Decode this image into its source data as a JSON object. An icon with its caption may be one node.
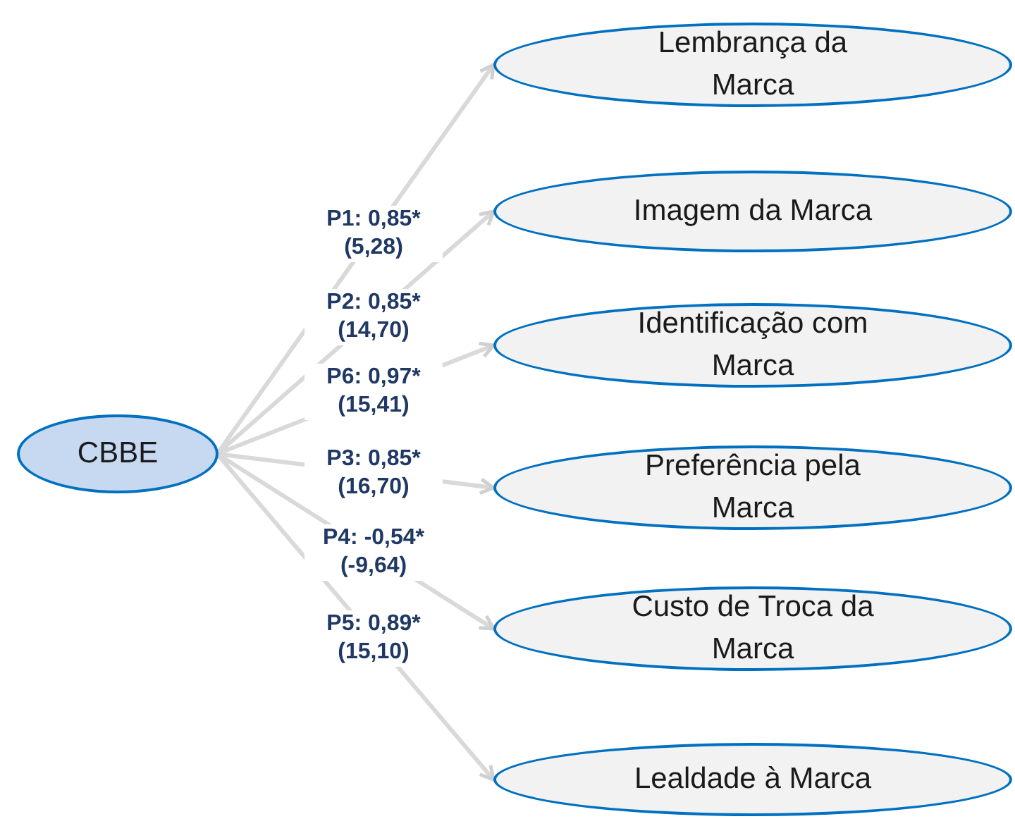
{
  "diagram": {
    "nodes": [
      {
        "text": [
          "CBBE"
        ]
      },
      {
        "text": [
          "Lembrança da Marca"
        ]
      },
      {
        "text": [
          "Imagem da Marca"
        ]
      },
      {
        "text": [
          "Identificação com Marca"
        ]
      },
      {
        "text": [
          "Preferência pela Marca"
        ]
      },
      {
        "text": [
          "Custo de Troca da Marca"
        ]
      },
      {
        "text": [
          "Lealdade à Marca"
        ]
      }
    ],
    "edges": [
      {
        "from": 0,
        "to": 1,
        "arrow": "to",
        "label": "P1: 0,85* (5,28)"
      },
      {
        "from": 0,
        "to": 2,
        "arrow": "to",
        "label": "P2: 0,85* (14,70)"
      },
      {
        "from": 0,
        "to": 3,
        "arrow": "to",
        "label": "P6: 0,97* (15,41)"
      },
      {
        "from": 0,
        "to": 4,
        "arrow": "to",
        "label": "P3: 0,85* (16,70)"
      },
      {
        "from": 0,
        "to": 5,
        "arrow": "to",
        "label": "P4: -0,54* (-9,64)"
      },
      {
        "from": 0,
        "to": 6,
        "arrow": "to",
        "label": "P5: 0,89* (15,10)"
      }
    ]
  }
}
